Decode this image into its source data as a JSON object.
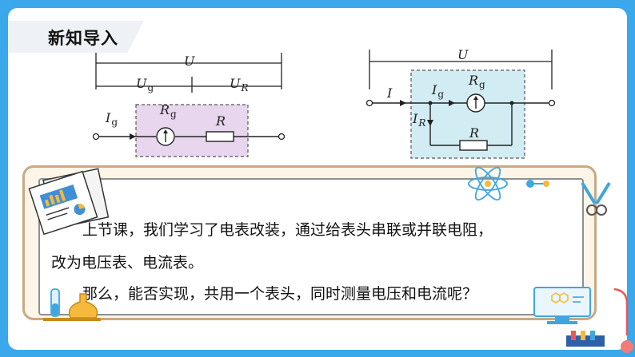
{
  "header": {
    "title": "新知导入"
  },
  "circuit_series": {
    "total_voltage": "U",
    "meter_voltage": {
      "main": "U",
      "sub": "g"
    },
    "resistor_voltage": {
      "main": "U",
      "sub": "R"
    },
    "current": {
      "main": "I",
      "sub": "g"
    },
    "meter_label": {
      "main": "R",
      "sub": "g"
    },
    "resistor_label": "R"
  },
  "circuit_parallel": {
    "total_voltage": "U",
    "total_current": "I",
    "meter_current": {
      "main": "I",
      "sub": "g"
    },
    "meter_label": {
      "main": "R",
      "sub": "g"
    },
    "resistor_current": {
      "main": "I",
      "sub": "R"
    },
    "resistor_label": "R"
  },
  "content": {
    "line1": "上节课，我们学习了电表改装，通过给表头串联或并联电阻，",
    "line2": "改为电压表、电流表。",
    "line3": "那么，能否实现，共用一个表头，同时测量电压和电流呢？"
  },
  "colors": {
    "background": "#3aa8ea",
    "series_box": "#e8d5ee",
    "parallel_box": "#d2ecf4",
    "card_border": "#c8a983"
  }
}
